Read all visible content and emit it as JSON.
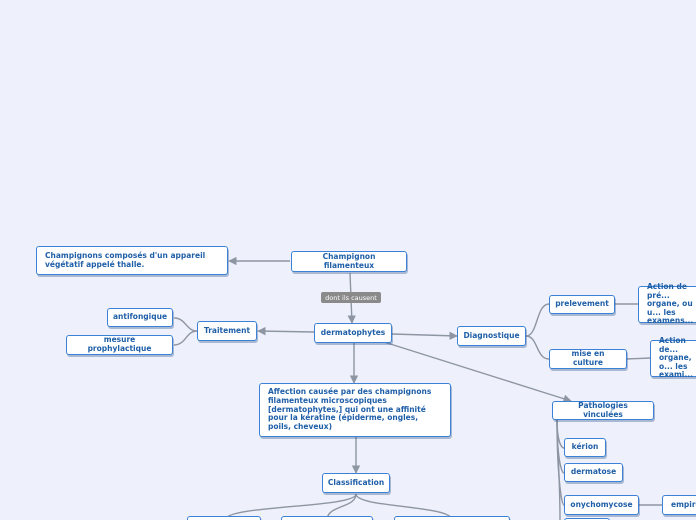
{
  "colors": {
    "background": "#eef1fb",
    "node_border": "#3b82d6",
    "node_text": "#1f5fa8",
    "link": "#8e95a3",
    "tag_bg": "#8a8a8a"
  },
  "nodes": {
    "root": "Champignon filamenteux",
    "definition": "Champignons composés d'un appareil végétatif appelé thalle.",
    "link_label": "dont ils causent",
    "dermato": "dermatophytes",
    "traitement": "Traitement",
    "antifongique": "antifongique",
    "prophylactique": "mesure prophylactique",
    "diagnostic": "Diagnostique",
    "prelevement": "prelevement",
    "prelevement_desc": "Action de pré... organe, ou u... les examens...",
    "culture": "mise en culture",
    "culture_desc": "Action de... organe, o... les exami...",
    "affection": "Affection causée par des champignons filamenteux microscopiques [dermatophytes,] qui ont une affinité pour la kératine (épiderme, ongles, poils, cheveux)",
    "classification": "Classification",
    "pathologies": "Pathologies vinculées",
    "kerion": "kérion",
    "dermatose": "dermatose",
    "onychomycose": "onychomycose",
    "empire": "empire..."
  }
}
